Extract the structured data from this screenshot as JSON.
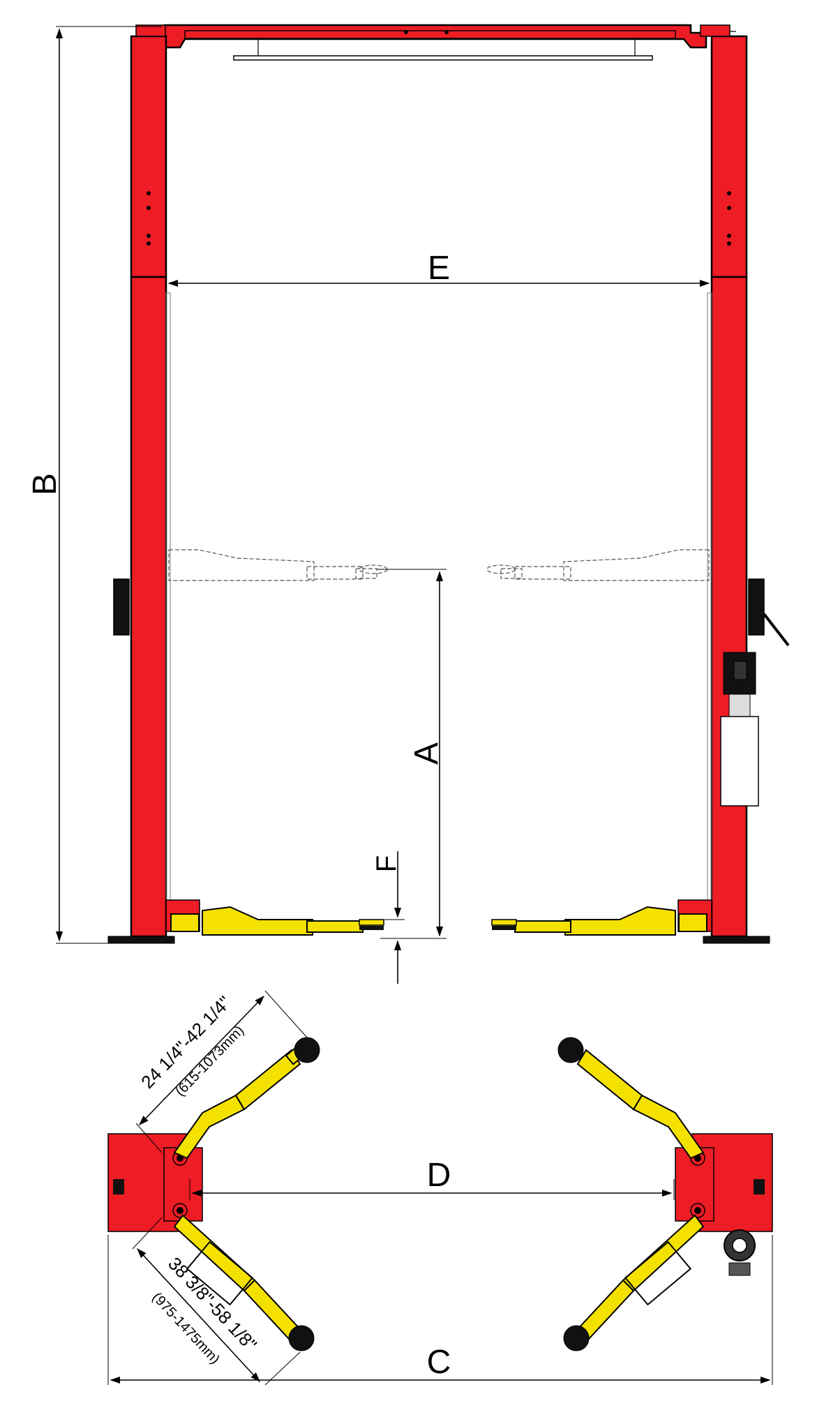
{
  "diagram": {
    "dimension_labels": {
      "a": "A",
      "b": "B",
      "c": "C",
      "d": "D",
      "e": "E",
      "f": "F"
    },
    "short_arm": {
      "range_imperial": "24 1/4\"-42 1/4\"",
      "range_metric": "(615-1073mm)"
    },
    "long_arm": {
      "range_imperial": "38 3/8\"-58 1/8\"",
      "range_metric": "(975-1475mm)"
    },
    "colors": {
      "column": "#ee1c25",
      "arm": "#f4e100",
      "outline": "#000000",
      "ghost_outline": "#555555",
      "background": "#ffffff"
    }
  }
}
